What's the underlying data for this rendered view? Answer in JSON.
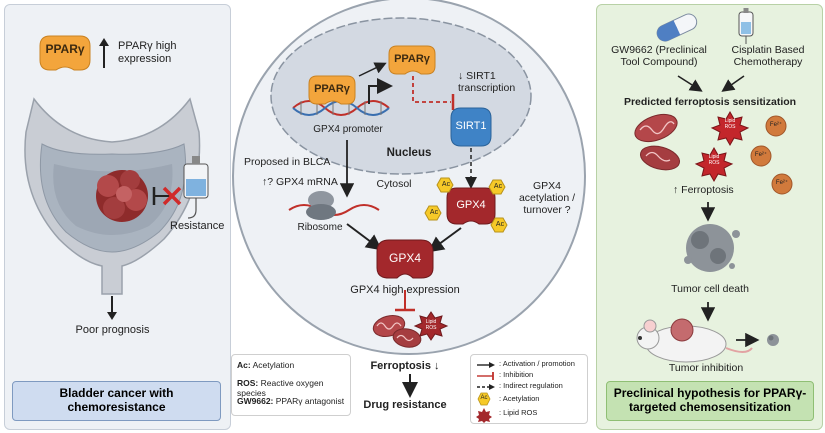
{
  "left_panel": {
    "pparg_label": "PPARγ",
    "high_expression": "PPARγ high\nexpression",
    "resistance": "Resistance",
    "poor_prognosis": "Poor prognosis",
    "footer": "Bladder cancer with\nchemoresistance"
  },
  "center_panel": {
    "pparg_top": "PPARγ",
    "pparg_left": "PPARγ",
    "gpx4_promoter": "GPX4 promoter",
    "sirt1_transcription": "↓ SIRT1\ntranscription",
    "sirt1": "SIRT1",
    "nucleus": "Nucleus",
    "cytosol": "Cytosol",
    "proposed_blca": "Proposed in BLCA",
    "gpx4_mrna": "↑? GPX4 mRNA",
    "ribosome": "Ribosome",
    "gpx4_acetylated": "GPX4",
    "ac": "Ac",
    "gpx4_acetylation": "GPX4\nacetylation /\nturnover ?",
    "gpx4_main": "GPX4",
    "gpx4_high": "GPX4 high expression",
    "lipid_ros": "Lipid\nROS",
    "ferroptosis": "Ferroptosis ↓",
    "drug_resistance": "Drug resistance"
  },
  "abbreviations": {
    "ac_key": "Ac:",
    "ac_val": " Acetylation",
    "ros_key": "ROS:",
    "ros_val": " Reactive oxygen species",
    "gw_key": "GW9662:",
    "gw_val": " PPARγ antagonist"
  },
  "legend": {
    "activation": ": Activation / promotion",
    "inhibition": ": Inhibition",
    "indirect": ": Indirect regulation",
    "acetylation": ": Acetylation",
    "lipid_ros": ": Lipid ROS",
    "ac": "Ac"
  },
  "right_panel": {
    "gw9662": "GW9662 (Preclinical\nTool Compound)",
    "cisplatin": "Cisplatin Based\nChemotherapy",
    "predicted": "Predicted ferroptosis sensitization",
    "lipid_ros": "Lipid\nROS",
    "fe": "Fe²⁺",
    "ferroptosis_up": "↑ Ferroptosis",
    "tumor_death": "Tumor cell death",
    "tumor_inhibition": "Tumor inhibition",
    "footer": "Preclinical hypothesis for PPARγ-\ntargeted chemosensitization"
  },
  "colors": {
    "left_bg": "#eef1f5",
    "right_bg": "#e7f2df",
    "left_footer": "#cfdcf0",
    "right_footer": "#c4e2b2",
    "pparg": "#f3a53c",
    "gpx4": "#a3282c",
    "sirt1": "#3f83c6",
    "nucleus": "#d3d9e2",
    "cell": "#eef1f5",
    "inhibition": "#c0302a"
  }
}
